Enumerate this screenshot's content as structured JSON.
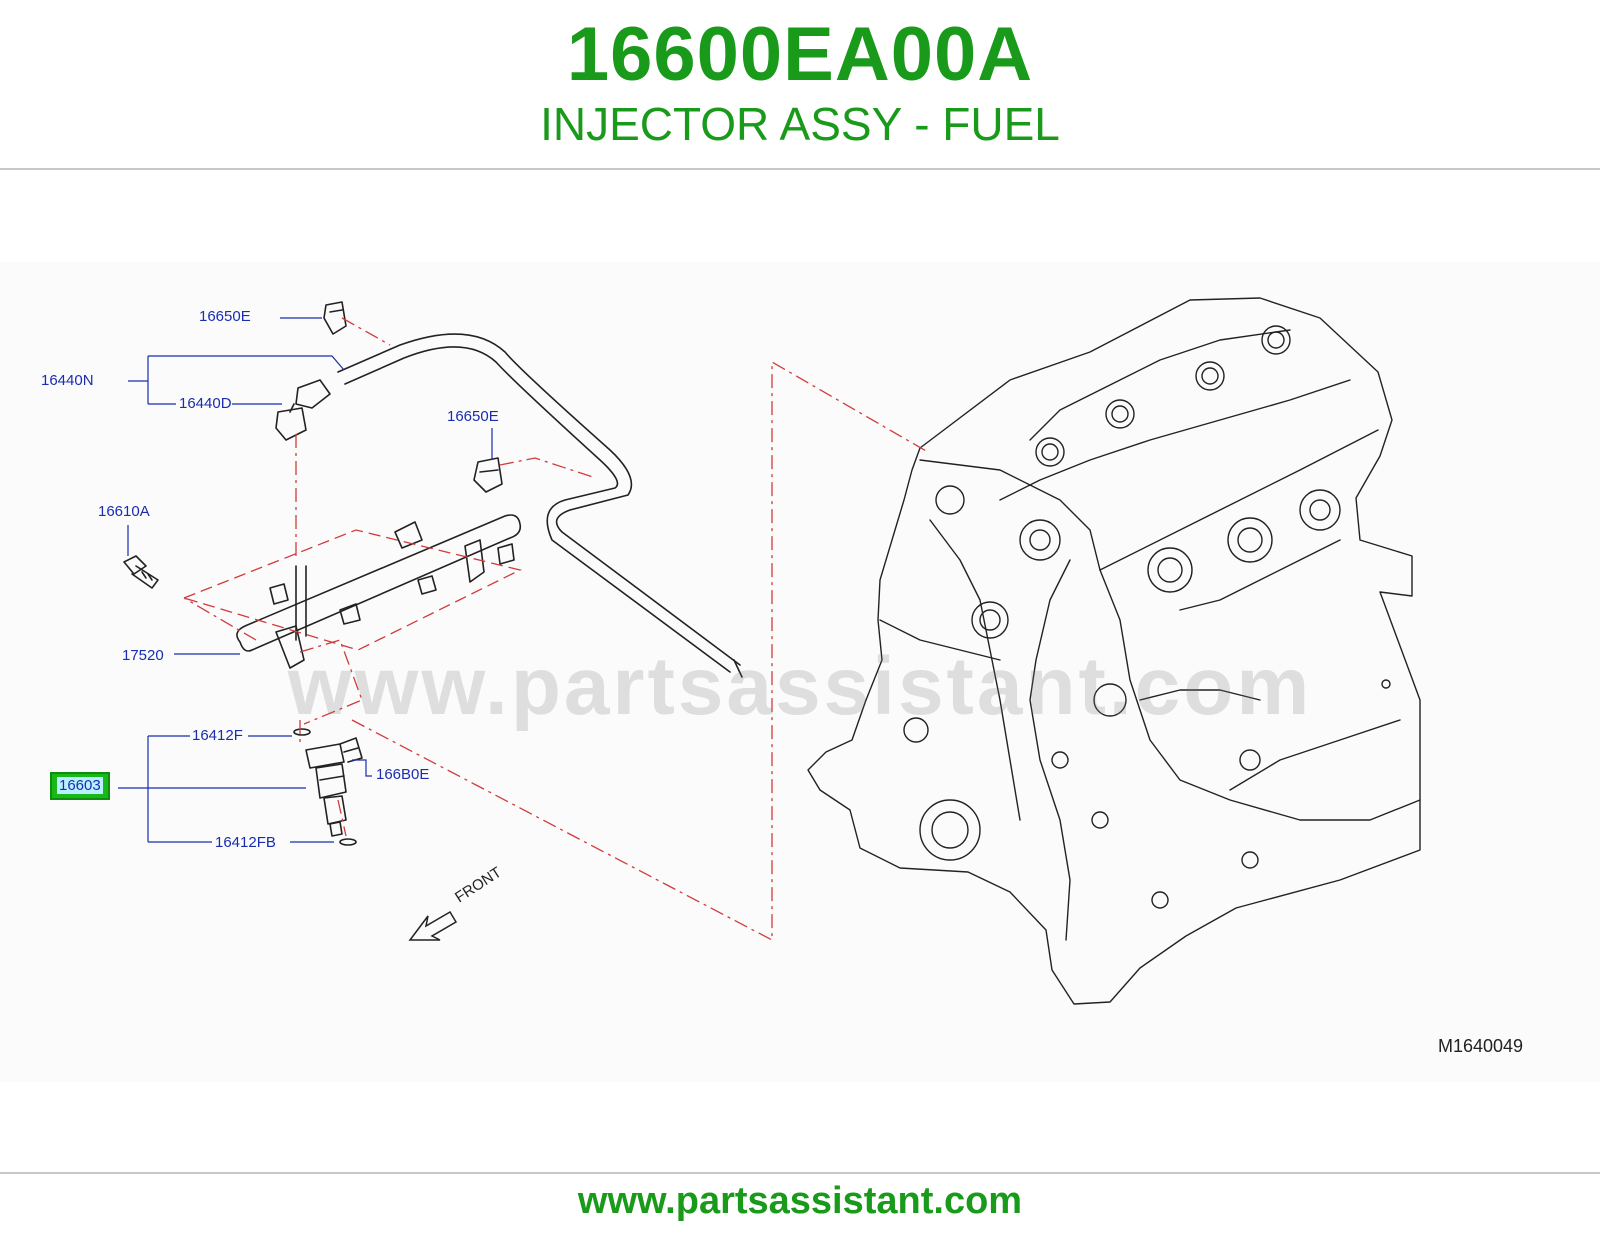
{
  "header": {
    "part_number": "16600EA00A",
    "part_name": "INJECTOR ASSY - FUEL"
  },
  "callouts": {
    "c16650E_top": "16650E",
    "c16440N": "16440N",
    "c16440D": "16440D",
    "c16650E_mid": "16650E",
    "c16610A": "16610A",
    "c17520": "17520",
    "c16412F": "16412F",
    "c16603": "16603",
    "c166B0E": "166B0E",
    "c16412FB": "16412FB"
  },
  "highlighted_callout": "16603",
  "front_label": "FRONT",
  "diagram_code": "M1640049",
  "watermark": "www.partsassistant.com",
  "footer": {
    "url": "www.partsassistant.com"
  },
  "colors": {
    "title_green": "#1a9a1a",
    "callout_blue": "#1a2cb0",
    "highlight_green": "#18b818",
    "highlight_fill": "#b9f0ff",
    "dash_red": "#d23a3a"
  },
  "icons": {
    "front_arrow": "front-arrow-icon"
  }
}
